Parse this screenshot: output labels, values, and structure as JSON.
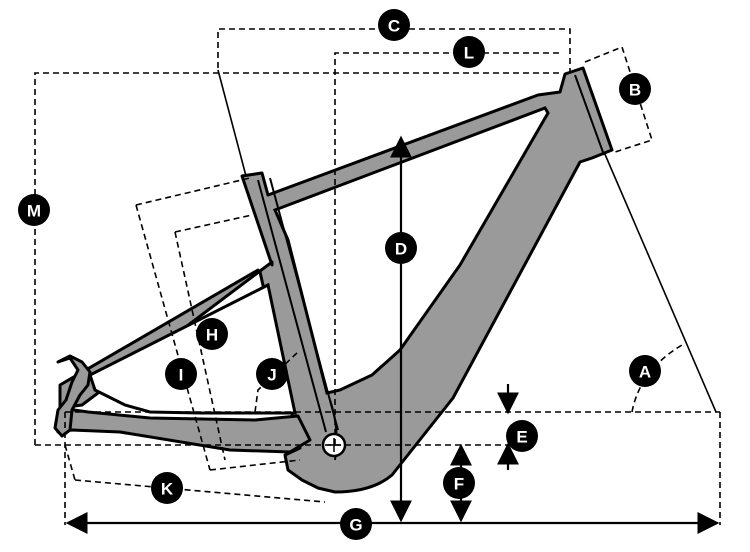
{
  "labels": {
    "A": "A",
    "B": "B",
    "C": "C",
    "D": "D",
    "E": "E",
    "F": "F",
    "G": "G",
    "H": "H",
    "I": "I",
    "J": "J",
    "K": "K",
    "L": "L",
    "M": "M"
  }
}
